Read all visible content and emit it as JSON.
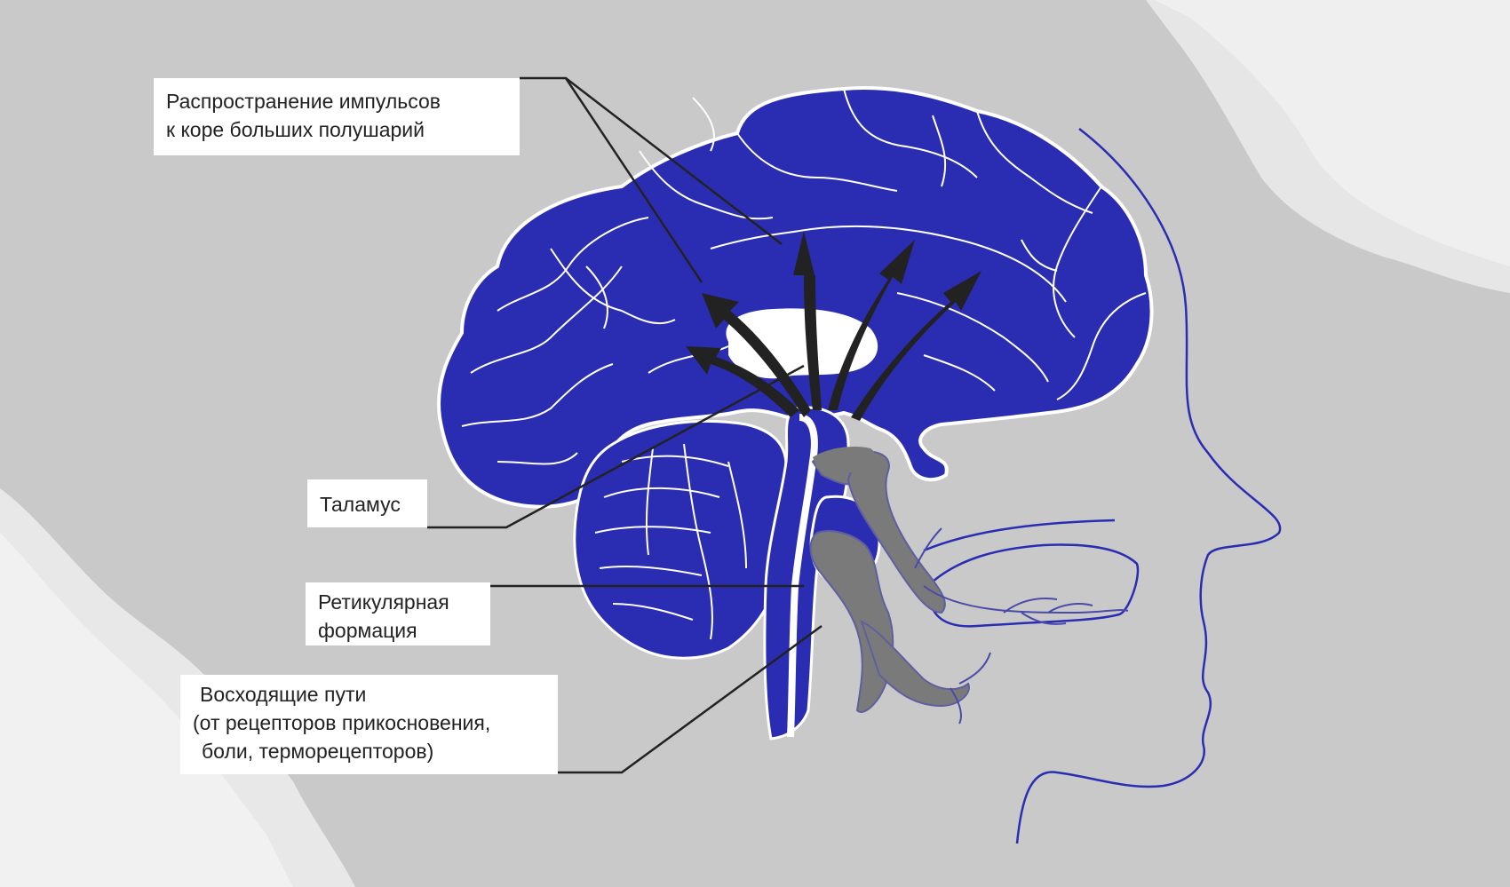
{
  "colors": {
    "background": "#c9c9c9",
    "brain": "#2a2db2",
    "nerve": "#7a7a7a",
    "arrow": "#222222",
    "outline": "#ffffff",
    "profile": "#2a2db2"
  },
  "labels": {
    "cortex": {
      "line1": "Распространение импульсов",
      "line2": "к коре больших полушарий"
    },
    "thalamus": {
      "line1": "Таламус"
    },
    "reticular": {
      "line1": "Ретикулярная",
      "line2": "формация"
    },
    "ascending": {
      "line1": "Восходящие пути",
      "line2": "(от рецепторов прикосновения,",
      "line3": "боли, терморецепторов)"
    }
  }
}
